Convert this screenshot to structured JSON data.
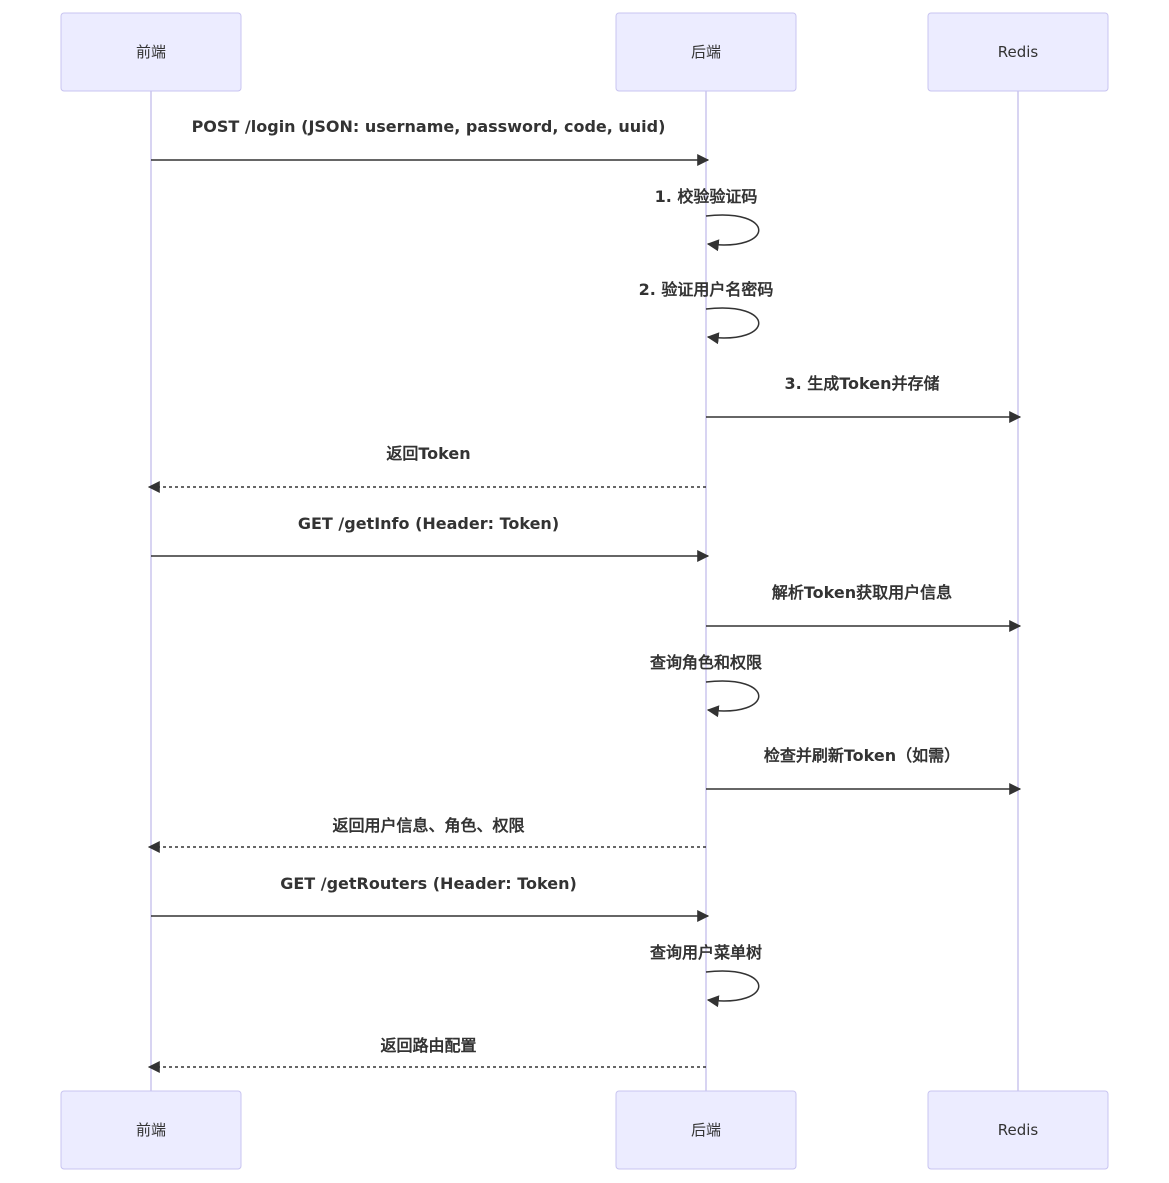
{
  "diagram": {
    "type": "sequence",
    "participants": [
      {
        "id": "fe",
        "label": "前端"
      },
      {
        "id": "be",
        "label": "后端"
      },
      {
        "id": "redis",
        "label": "Redis"
      }
    ],
    "messages": [
      {
        "from": "fe",
        "to": "be",
        "text": "POST /login (JSON: username, password, code, uuid)",
        "style": "solid"
      },
      {
        "from": "be",
        "to": "be",
        "text": "1. 校验验证码",
        "style": "solid"
      },
      {
        "from": "be",
        "to": "be",
        "text": "2. 验证用户名密码",
        "style": "solid"
      },
      {
        "from": "be",
        "to": "redis",
        "text": "3. 生成Token并存储",
        "style": "solid"
      },
      {
        "from": "be",
        "to": "fe",
        "text": "返回Token",
        "style": "dashed"
      },
      {
        "from": "fe",
        "to": "be",
        "text": "GET /getInfo (Header: Token)",
        "style": "solid"
      },
      {
        "from": "be",
        "to": "redis",
        "text": "解析Token获取用户信息",
        "style": "solid"
      },
      {
        "from": "be",
        "to": "be",
        "text": "查询角色和权限",
        "style": "solid"
      },
      {
        "from": "be",
        "to": "redis",
        "text": "检查并刷新Token（如需）",
        "style": "solid"
      },
      {
        "from": "be",
        "to": "fe",
        "text": "返回用户信息、角色、权限",
        "style": "dashed"
      },
      {
        "from": "fe",
        "to": "be",
        "text": "GET /getRouters (Header: Token)",
        "style": "solid"
      },
      {
        "from": "be",
        "to": "be",
        "text": "查询用户菜单树",
        "style": "solid"
      },
      {
        "from": "be",
        "to": "fe",
        "text": "返回路由配置",
        "style": "dashed"
      }
    ],
    "colors": {
      "actor_fill": "#ececff",
      "actor_stroke": "#c8c4f0",
      "lifeline": "#d8d4f2",
      "line": "#333333",
      "text": "#333333"
    }
  }
}
